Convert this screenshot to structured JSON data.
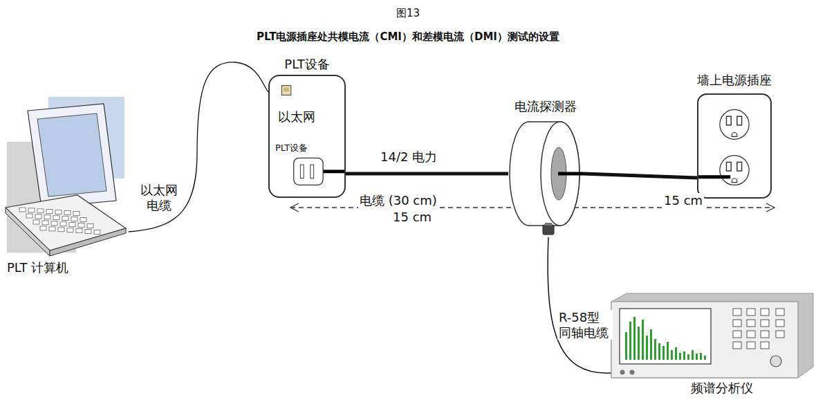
{
  "diagram": {
    "title": "图13",
    "nodes": [
      {
        "text": [
          "PLT 计算机"
        ]
      },
      {
        "text": [
          "PLT设备",
          "以太网",
          "PLT设备"
        ]
      },
      {
        "text": [
          "电流探测器"
        ]
      },
      {
        "text": [
          "墙上电源插座"
        ]
      },
      {
        "text": [
          "频谱分析仪"
        ]
      }
    ],
    "edges": [
      {
        "from": 0,
        "to": 1,
        "arrow": "none",
        "label": "以太网 电缆"
      },
      {
        "from": 1,
        "to": 2,
        "arrow": "none",
        "label": "14/2 电力"
      },
      {
        "from": 2,
        "to": 3,
        "arrow": "none"
      },
      {
        "from": 2,
        "to": 4,
        "arrow": "none",
        "label": "R-58型 同轴电缆"
      }
    ],
    "labels": [
      "PLT电源插座处共模电流（CMI）和差模电流（DMI）测试的设置",
      "电缆 (30 cm)",
      "15 cm",
      "15 cm"
    ]
  }
}
